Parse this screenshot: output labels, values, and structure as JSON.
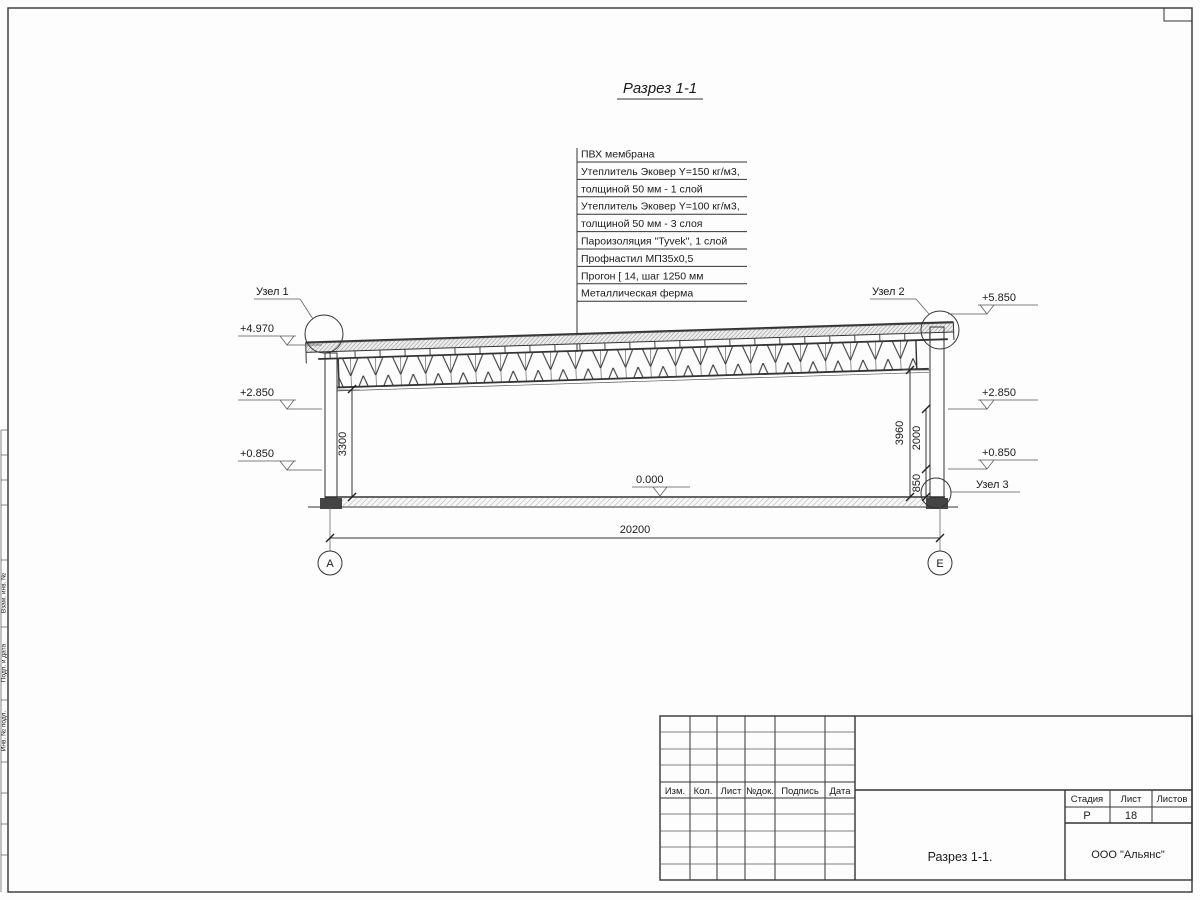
{
  "page": {
    "background": "#fdfdfd",
    "ink": "#333333"
  },
  "drawing_title": {
    "text": "Разрез 1-1"
  },
  "callouts": {
    "items": [
      "ПВХ мембрана",
      "Утеплитель Эковер Y=150 кг/м3,",
      "толщиной 50 мм - 1 слой",
      "Утеплитель Эковер Y=100 кг/м3,",
      "толщиной 50 мм - 3 слоя",
      "Пароизоляция \"Tyvek\", 1 слой",
      "Профнастил МП35х0,5",
      "Прогон [ 14, шаг 1250 мм",
      "Металлическая ферма"
    ]
  },
  "node_labels": {
    "n1": "Узел 1",
    "n2": "Узел 2",
    "n3": "Узел 3"
  },
  "levels": {
    "l1": "+4.970",
    "l2": "+2.850",
    "l3": "+0.850",
    "r1": "+5.850",
    "r2": "+2.850",
    "r3": "+0.850",
    "zero": "0.000"
  },
  "dimensions": {
    "h_span": "20200",
    "left_height": "3300",
    "right_height": "3960",
    "upper": "2000",
    "lower": "850"
  },
  "axes": {
    "left": "А",
    "right": "Е"
  },
  "title_block": {
    "rev_headers": [
      "Изм.",
      "Кол.",
      "Лист",
      "№док.",
      "Подпись",
      "Дата"
    ],
    "stage_label": "Стадия",
    "sheet_label": "Лист",
    "sheets_label": "Листов",
    "stage_value": "Р",
    "sheet_value": "18",
    "doc_title": "Разрез 1-1.",
    "company": "ООО \"Альянс\""
  },
  "margin_labels": {
    "m1": "Взам. инв. №",
    "m2": "Подп. и дата",
    "m3": "Инв. № подл."
  }
}
